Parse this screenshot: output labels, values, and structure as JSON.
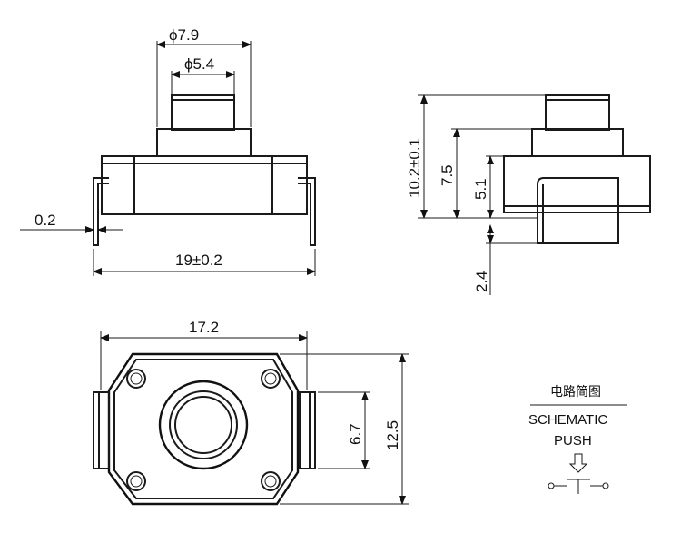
{
  "top_view": {
    "outer_dia": "ϕ7.9",
    "inner_dia": "ϕ5.4",
    "pin_thickness": "0.2",
    "body_width": "19±0.2"
  },
  "side_view": {
    "total_height": "10.2±0.1",
    "actuator_height": "7.5",
    "body_height": "5.1",
    "pin_height": "2.4"
  },
  "bottom_view": {
    "body_length": "17.2",
    "pin_span": "6.7",
    "body_width": "12.5"
  },
  "schematic": {
    "title_cn": "电路简图",
    "title_en": "SCHEMATIC",
    "label": "PUSH"
  }
}
